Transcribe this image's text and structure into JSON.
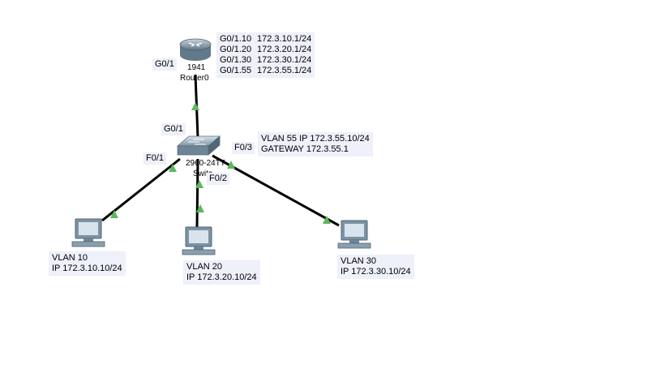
{
  "router": {
    "model": "1941",
    "name": "Router0",
    "port_left": "G0/1",
    "subinterfaces": [
      {
        "iface": "G0/1.10",
        "ip": "172.3.10.1/24"
      },
      {
        "iface": "G0/1.20",
        "ip": "172.3.20.1/24"
      },
      {
        "iface": "G0/1.30",
        "ip": "172.3.30.1/24"
      },
      {
        "iface": "G0/1.55",
        "ip": "172.3.55.1/24"
      }
    ]
  },
  "switch": {
    "model": "2960-24TT",
    "name": "Switc",
    "port_uplink": "G0/1",
    "port_f01": "F0/1",
    "port_f02": "F0/2",
    "port_f03": "F0/3",
    "mgmt_line1": "VLAN 55 IP 172.3.55.10/24",
    "mgmt_line2": "GATEWAY 172.3.55.1"
  },
  "pcs": [
    {
      "vlan": "VLAN 10",
      "ip": "IP 172.3.10.10/24"
    },
    {
      "vlan": "VLAN 20",
      "ip": "IP 172.3.20.10/24"
    },
    {
      "vlan": "VLAN 30",
      "ip": "IP 172.3.30.10/24"
    }
  ],
  "colors": {
    "link": "#000000",
    "link_up_marker": "#5cb85c",
    "label_bg": "#eef0fa"
  }
}
